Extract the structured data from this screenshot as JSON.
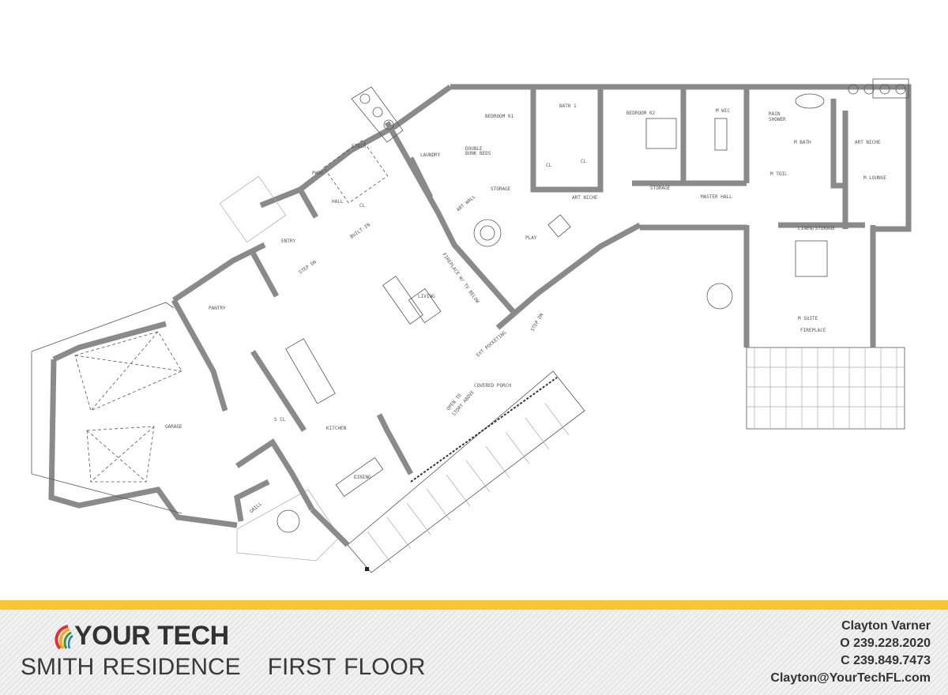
{
  "plan": {
    "rooms": {
      "bedroom_01": "BEDROOM 01",
      "bath_1": "BATH 1",
      "bedroom_02": "BEDROOM 02",
      "m_wic": "M WIC",
      "rain_shower_1": "RAIN",
      "rain_shower_2": "SHOWER",
      "m_bath": "M BATH",
      "art_niche_bath": "ART NICHE",
      "m_lounge": "M LOUNGE",
      "cl_1": "CL",
      "cl_2": "CL",
      "storage_1": "STORAGE",
      "art_niche_hall": "ART NICHE",
      "storage_2": "STORAGE",
      "master_hall": "MASTER HALL",
      "m_toil": "M TOIL",
      "linen_storage": "LINEN/STORAGE",
      "m_suite": "M SUITE",
      "fireplace": "FIREPLACE",
      "play": "PLAY",
      "art_wall": "ART WALL",
      "laundry": "LAUNDRY",
      "double_bunk_beds_1": "DOUBLE",
      "double_bunk_beds_2": "BUNK BEDS",
      "stair": "STAIR",
      "pwdr": "PWDR",
      "hall": "HALL",
      "cl_hall": "CL",
      "built_in": "BUILT-IN",
      "entry": "ENTRY",
      "step_dn_entry": "STEP DN",
      "pantry": "PANTRY",
      "living": "LIVING",
      "fireplace_tv": "FIREPLACE W/ TV BELOW",
      "kitchen": "KITCHEN",
      "s_cl": "S CL",
      "garage": "GARAGE",
      "dining": "DINING",
      "grill": "GRILL",
      "covered_porch": "COVERED PORCH",
      "open_to_story_above_1": "OPEN TO",
      "open_to_story_above_2": "STORY ABOVE",
      "ext_pocketing": "EXT POCKETING",
      "step_dn_porch": "STEP DN"
    }
  },
  "footer": {
    "logo_text": "YOUR TECH",
    "project_name": "SMITH RESIDENCE",
    "floor": "FIRST FLOOR",
    "contact_name": "Clayton Varner",
    "office_phone": "O 239.228.2020",
    "cell_phone": "C 239.849.7473",
    "email": "Clayton@YourTechFL.com"
  },
  "colors": {
    "accent_band": "#f7c631",
    "wall": "#8a8a8a"
  }
}
